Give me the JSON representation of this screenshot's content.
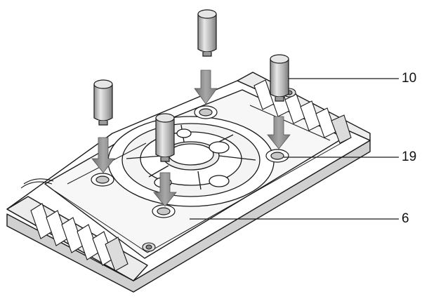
{
  "figure": {
    "callouts": [
      {
        "id": "part-10",
        "label": "10"
      },
      {
        "id": "part-19",
        "label": "19"
      },
      {
        "id": "part-6",
        "label": "6"
      }
    ],
    "colors": {
      "line": "#1a1a1a",
      "part_fill": "#ffffff",
      "shade": "#b8b8b8",
      "arrow": "#8c8c8c",
      "pin_dark": "#9a9a9a",
      "pin_light": "#e6e6e6"
    }
  }
}
